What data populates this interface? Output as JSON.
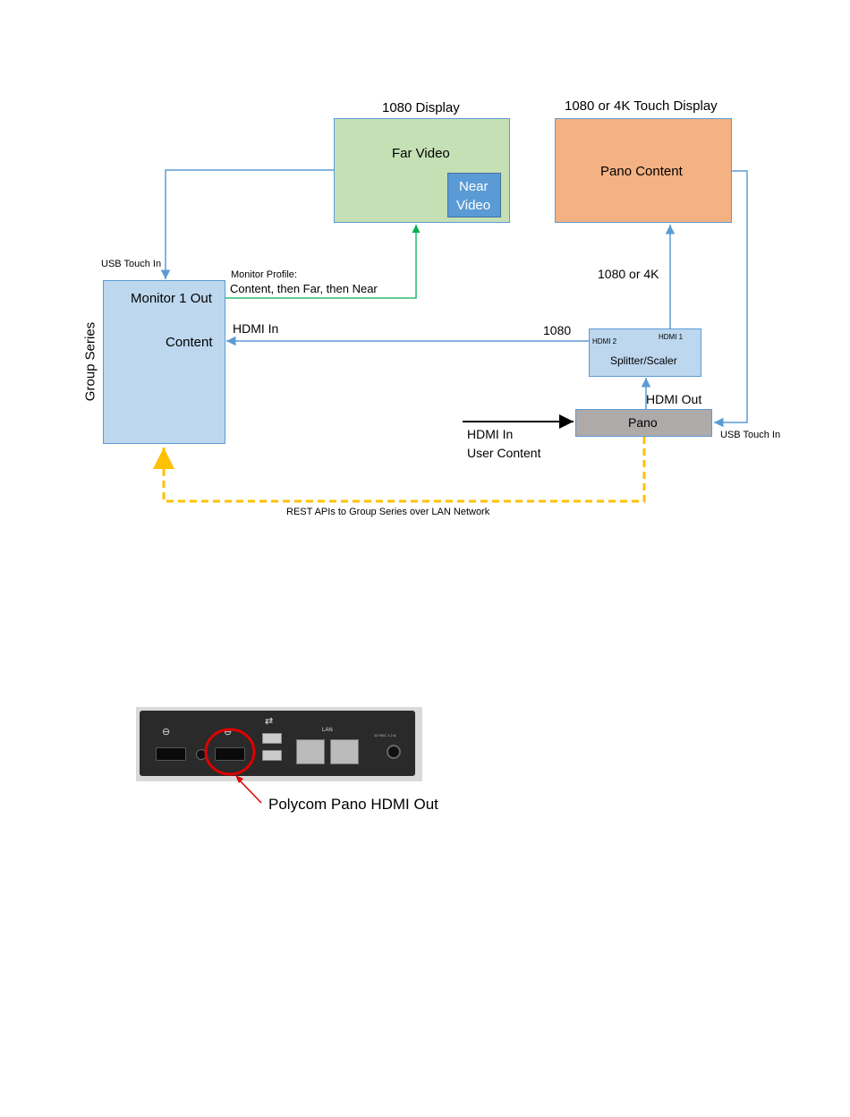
{
  "diagram": {
    "display1": {
      "title": "1080 Display",
      "main_label": "Far Video",
      "inset_label_line1": "Near",
      "inset_label_line2": "Video"
    },
    "display2": {
      "title": "1080 or 4K Touch Display",
      "main_label": "Pano Content"
    },
    "group_series": {
      "side_label": "Group  Series",
      "monitor_label": "Monitor 1 Out",
      "content_label": "Content"
    },
    "splitter": {
      "label": "Splitter/Scaler",
      "hdmi2": "HDMI 2",
      "hdmi1": "HDMI 1"
    },
    "pano": {
      "label": "Pano"
    },
    "connections": {
      "usb_touch_in_left": "USB Touch In",
      "usb_touch_in_right": "USB Touch In",
      "monitor_profile_title": "Monitor Profile:",
      "monitor_profile_value": "Content, then Far, then Near",
      "hdmi_in": "HDMI In",
      "res_1080": "1080",
      "res_1080_4k": "1080 or 4K",
      "hdmi_out": "HDMI Out",
      "user_content_line1": "HDMI In",
      "user_content_line2": "User Content",
      "rest_api": "REST APIs to Group Series over LAN Network"
    },
    "colors": {
      "group_series_fill": "#bdd7ee",
      "far_video_fill": "#c5e0b4",
      "near_video_fill": "#5b9bd5",
      "pano_content_fill": "#f4b183",
      "pano_fill": "#aeaaaa",
      "splitter_fill": "#bdd7ee",
      "connector_blue": "#5b9bd5",
      "connector_green": "#00b050",
      "connector_yellow": "#ffc000",
      "callout_red": "#e00000"
    }
  },
  "photo": {
    "port_labels": {
      "lan": "LAN",
      "power_rating": "12 VDC    1.2 A"
    },
    "callout_label": "Polycom Pano HDMI Out"
  }
}
